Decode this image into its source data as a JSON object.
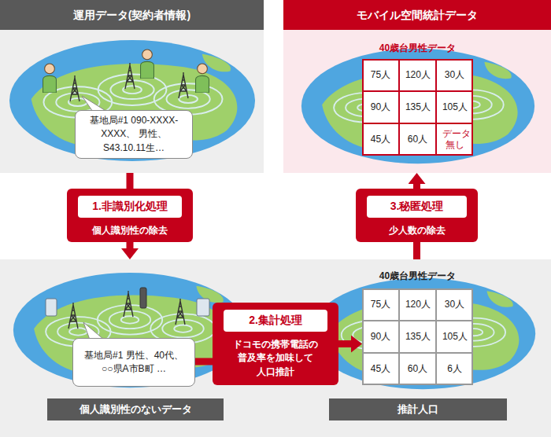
{
  "diagram": {
    "nodes": [
      {
        "text": [
          "運用データ(契約者情報)"
        ]
      },
      {
        "text": [
          "基地局#1 090-XXXX-XXXX、 男性、S43.10.11生…"
        ],
        "in": 0
      },
      {
        "text": [
          "モバイル空間統計データ"
        ]
      },
      {
        "text": [
          "40歳台男性データ"
        ],
        "in": 2
      },
      {
        "text": [
          "75人"
        ],
        "in": 3
      },
      {
        "text": [
          "120人"
        ],
        "in": 3
      },
      {
        "text": [
          "30人"
        ],
        "in": 3
      },
      {
        "text": [
          "90人"
        ],
        "in": 3
      },
      {
        "text": [
          "135人"
        ],
        "in": 3
      },
      {
        "text": [
          "105人"
        ],
        "in": 3
      },
      {
        "text": [
          "45人"
        ],
        "in": 3
      },
      {
        "text": [
          "60人"
        ],
        "in": 3
      },
      {
        "text": [
          "データ 無し"
        ],
        "in": 3
      },
      {
        "text": [
          "1.非識別化処理",
          "個人識別性の除去"
        ]
      },
      {
        "text": [
          "3.秘匿処理",
          "少人数の除去"
        ]
      },
      {
        "text": []
      },
      {
        "text": [
          "基地局#1 男性、40代、 ○○県A市B町 …"
        ],
        "in": 15
      },
      {
        "text": [
          "個人識別性のないデータ"
        ],
        "in": 15
      },
      {
        "text": [
          "2.集計処理",
          "ドコモの携帯電話の 普及率を加味して 人口推計"
        ],
        "in": 15
      },
      {
        "text": [
          "40歳台男性データ"
        ],
        "in": 15
      },
      {
        "text": [
          "75人"
        ],
        "in": 19
      },
      {
        "text": [
          "120人"
        ],
        "in": 19
      },
      {
        "text": [
          "30人"
        ],
        "in": 19
      },
      {
        "text": [
          "90人"
        ],
        "in": 19
      },
      {
        "text": [
          "135人"
        ],
        "in": 19
      },
      {
        "text": [
          "105人"
        ],
        "in": 19
      },
      {
        "text": [
          "45人"
        ],
        "in": 19
      },
      {
        "text": [
          "60人"
        ],
        "in": 19
      },
      {
        "text": [
          "6人"
        ],
        "in": 19
      },
      {
        "text": [
          "推計人口"
        ],
        "in": 15
      }
    ],
    "edges": [
      {
        "from": 0,
        "to": 13,
        "arrow": "none"
      },
      {
        "from": 13,
        "to": 15,
        "arrow": "to"
      },
      {
        "from": 16,
        "to": 18,
        "arrow": "none"
      },
      {
        "from": 18,
        "to": 19,
        "arrow": "to"
      },
      {
        "from": 15,
        "to": 14,
        "arrow": "none"
      },
      {
        "from": 14,
        "to": 2,
        "arrow": "to"
      }
    ]
  }
}
